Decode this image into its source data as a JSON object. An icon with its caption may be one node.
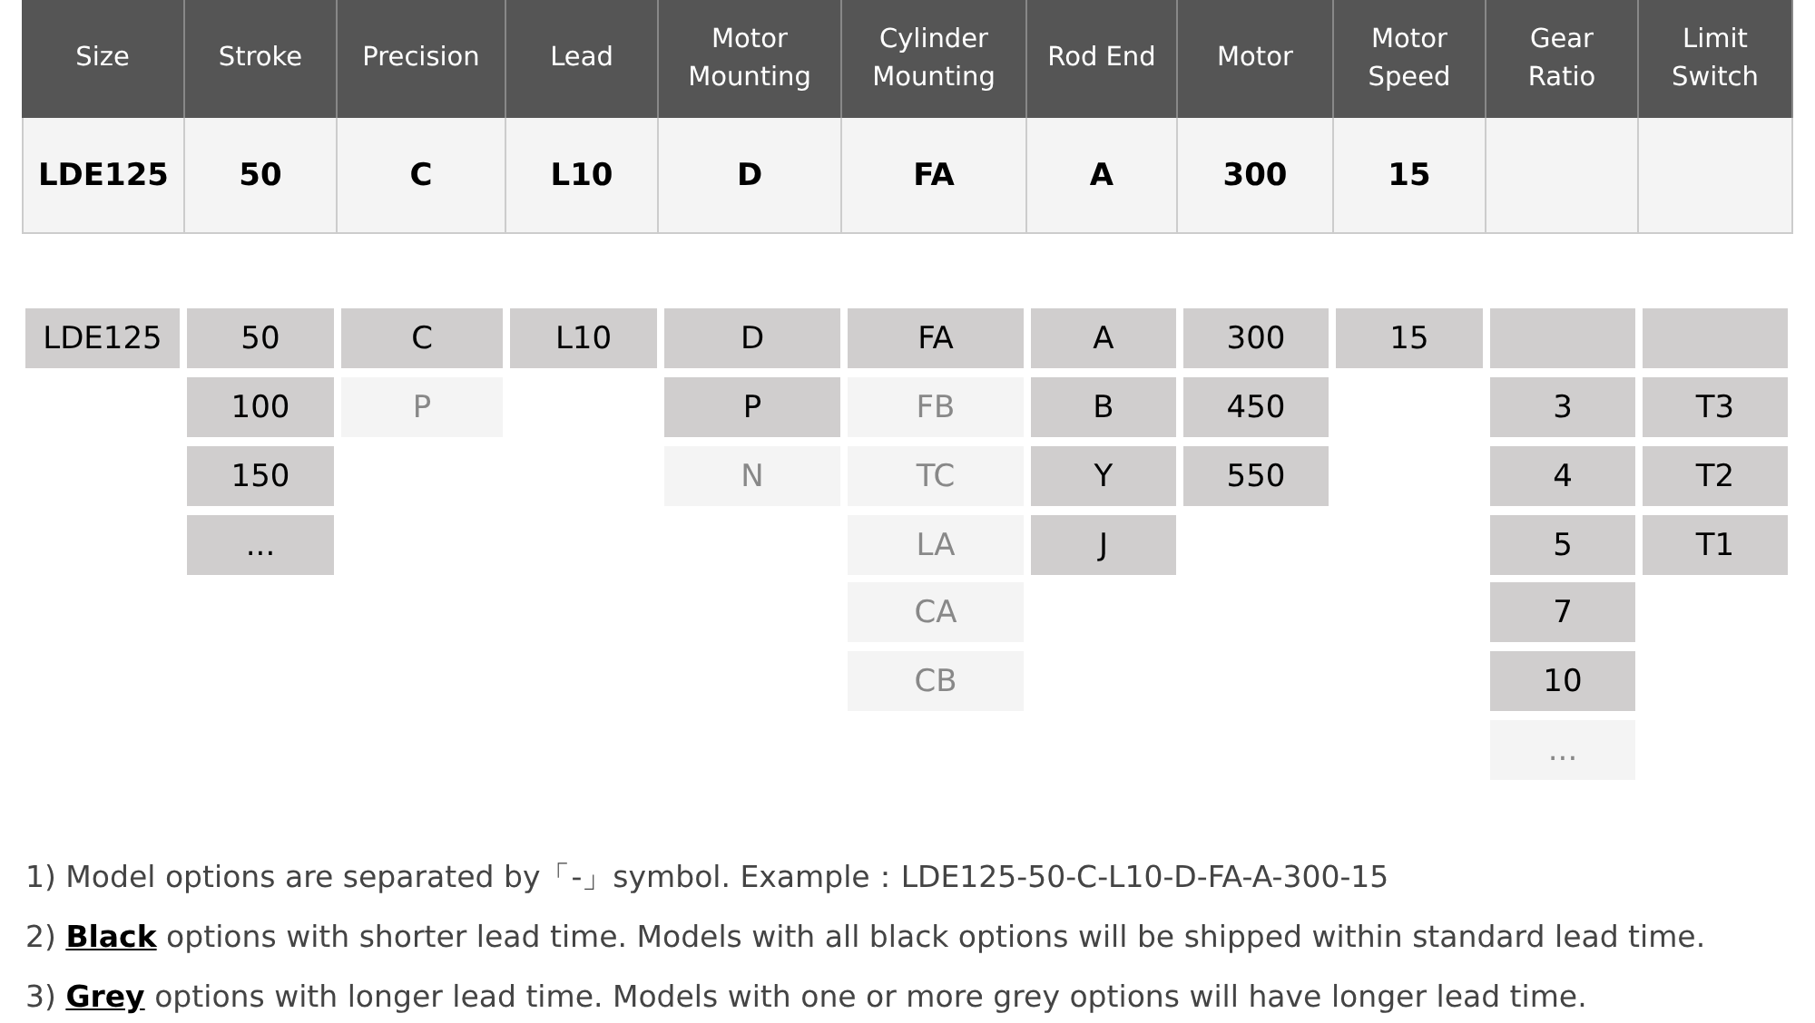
{
  "diagram": {
    "nodes": [
      {
        "text": [
          "LDE125"
        ]
      },
      {
        "text": [
          "50"
        ]
      },
      {
        "text": [
          "C"
        ]
      },
      {
        "text": [
          "L10"
        ]
      },
      {
        "text": [
          "D"
        ]
      },
      {
        "text": [
          "FA"
        ]
      },
      {
        "text": [
          "A"
        ]
      },
      {
        "text": [
          "300"
        ]
      },
      {
        "text": [
          "15"
        ]
      },
      {
        "text": [],
        "shape": "box"
      },
      {
        "text": [],
        "shape": "box"
      },
      {
        "text": [
          "100"
        ]
      },
      {
        "text": [
          "P"
        ]
      },
      {
        "text": [
          "P"
        ]
      },
      {
        "text": [
          "FB"
        ]
      },
      {
        "text": [
          "B"
        ]
      },
      {
        "text": [
          "450"
        ]
      },
      {
        "text": [
          "3"
        ]
      },
      {
        "text": [
          "T3"
        ]
      },
      {
        "text": [
          "150"
        ]
      },
      {
        "text": [
          "N"
        ]
      },
      {
        "text": [
          "TC"
        ]
      },
      {
        "text": [
          "Y"
        ]
      },
      {
        "text": [
          "550"
        ]
      },
      {
        "text": [
          "4"
        ]
      },
      {
        "text": [
          "T2"
        ]
      },
      {
        "text": [
          "..."
        ]
      },
      {
        "text": [
          "LA"
        ]
      },
      {
        "text": [
          "J"
        ]
      },
      {
        "text": [
          "5"
        ]
      },
      {
        "text": [
          "T1"
        ]
      },
      {
        "text": [
          "CA"
        ]
      },
      {
        "text": [
          "7"
        ]
      },
      {
        "text": [
          "CB"
        ]
      },
      {
        "text": [
          "10"
        ]
      },
      {
        "text": [
          "..."
        ]
      }
    ],
    "labels": [
      "Size",
      "Stroke",
      "Precision",
      "Lead",
      "Motor Mounting",
      "Cylinder Mounting",
      "Rod End",
      "Motor",
      "Motor Speed",
      "Gear Ratio",
      "Limit Switch",
      "LDE125",
      "50",
      "C",
      "L10",
      "D",
      "FA",
      "A",
      "300",
      "15",
      "1) Model options are separated by「-」symbol. Example：LDE125-50-C-L10-D-FA-A-300-15",
      "2) **Black** options with shorter lead time. Models with all black options will be shipped within standard lead time.",
      "3) **Grey** options with longer lead time. Models with one or more grey options will have longer lead time."
    ]
  }
}
